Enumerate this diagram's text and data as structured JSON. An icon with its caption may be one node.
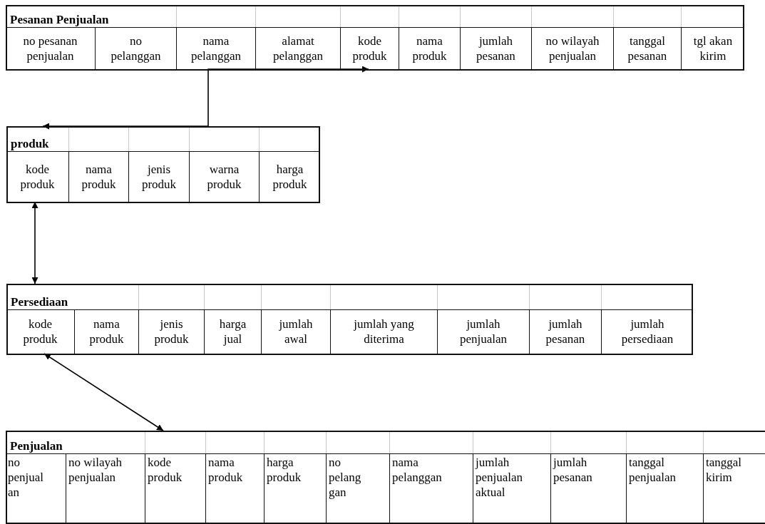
{
  "diagram": {
    "nodes": [
      {
        "text": [
          "Pesanan Penjualan"
        ]
      },
      {
        "text": [
          "no pesanan penjualan"
        ],
        "in": 0
      },
      {
        "text": [
          "no pelanggan"
        ],
        "in": 0
      },
      {
        "text": [
          "nama pelanggan"
        ],
        "in": 0
      },
      {
        "text": [
          "alamat pelanggan"
        ],
        "in": 0
      },
      {
        "text": [
          "kode produk"
        ],
        "in": 0
      },
      {
        "text": [
          "nama produk"
        ],
        "in": 0
      },
      {
        "text": [
          "jumlah pesanan"
        ],
        "in": 0
      },
      {
        "text": [
          "no wilayah penjualan"
        ],
        "in": 0
      },
      {
        "text": [
          "tanggal pesanan"
        ],
        "in": 0
      },
      {
        "text": [
          "tgl akan kirim"
        ],
        "in": 0
      },
      {
        "text": [
          "produk"
        ]
      },
      {
        "text": [
          "kode produk"
        ],
        "in": 11
      },
      {
        "text": [
          "nama produk"
        ],
        "in": 11
      },
      {
        "text": [
          "jenis produk"
        ],
        "in": 11
      },
      {
        "text": [
          "warna produk"
        ],
        "in": 11
      },
      {
        "text": [
          "harga produk"
        ],
        "in": 11
      },
      {
        "text": [
          "Persediaan"
        ]
      },
      {
        "text": [
          "kode produk"
        ],
        "in": 17
      },
      {
        "text": [
          "nama produk"
        ],
        "in": 17
      },
      {
        "text": [
          "jenis produk"
        ],
        "in": 17
      },
      {
        "text": [
          "harga jual"
        ],
        "in": 17
      },
      {
        "text": [
          "jumlah awal"
        ],
        "in": 17
      },
      {
        "text": [
          "jumlah yang diterima"
        ],
        "in": 17
      },
      {
        "text": [
          "jumlah penjualan"
        ],
        "in": 17
      },
      {
        "text": [
          "jumlah pesanan"
        ],
        "in": 17
      },
      {
        "text": [
          "jumlah persediaan"
        ],
        "in": 17
      },
      {
        "text": [
          "Penjualan"
        ]
      },
      {
        "text": [
          "no penjual an"
        ],
        "in": 27
      },
      {
        "text": [
          "no wilayah penjualan"
        ],
        "in": 27
      },
      {
        "text": [
          "kode produk"
        ],
        "in": 27
      },
      {
        "text": [
          "nama produk"
        ],
        "in": 27
      },
      {
        "text": [
          "harga produk"
        ],
        "in": 27
      },
      {
        "text": [
          "no pelang gan"
        ],
        "in": 27
      },
      {
        "text": [
          "nama pelanggan"
        ],
        "in": 27
      },
      {
        "text": [
          "jumlah penjualan aktual"
        ],
        "in": 27
      },
      {
        "text": [
          "jumlah pesanan"
        ],
        "in": 27
      },
      {
        "text": [
          "tanggal penjualan"
        ],
        "in": 27
      },
      {
        "text": [
          "tanggal kirim"
        ],
        "in": 27
      }
    ],
    "edges": [
      {
        "from": 5,
        "to": 11,
        "arrow": "both"
      },
      {
        "from": 12,
        "to": 17,
        "arrow": "both"
      },
      {
        "from": 18,
        "to": 27,
        "arrow": "both"
      }
    ]
  }
}
